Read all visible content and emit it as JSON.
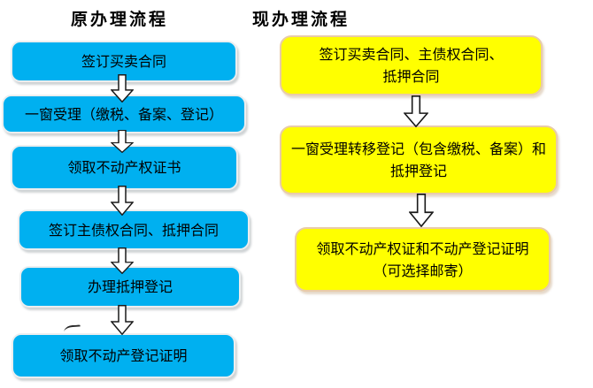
{
  "colors": {
    "box_blue": "#00B0F0",
    "box_yellow": "#FFFF00",
    "blue_border": "#ECEEEF",
    "yellow_border": "#E9CBA8",
    "arrow_fill": "#FFFFFF",
    "arrow_outline": "#1A1A1A",
    "title_text": "#000000",
    "text": "#000000"
  },
  "left_flow": {
    "title": "原办理流程",
    "boxes": [
      {
        "label": "签订买卖合同"
      },
      {
        "label": "一窗受理（缴税、备案、登记）"
      },
      {
        "label": "领取不动产权证书"
      },
      {
        "label": "签订主债权合同、抵押合同"
      },
      {
        "label": "办理抵押登记"
      },
      {
        "label": "领取不动产登记证明"
      }
    ]
  },
  "right_flow": {
    "title": "现办理流程",
    "boxes": [
      {
        "lines": [
          "签订买卖合同、主债权合同、",
          "抵押合同"
        ]
      },
      {
        "lines": [
          "一窗受理转移登记（包含缴税、备案）和",
          "抵押登记"
        ]
      },
      {
        "lines": [
          "领取不动产权证和不动产登记证明",
          "（可选择邮寄）"
        ]
      }
    ]
  },
  "icons": {
    "arrow": "down-block-arrow"
  }
}
